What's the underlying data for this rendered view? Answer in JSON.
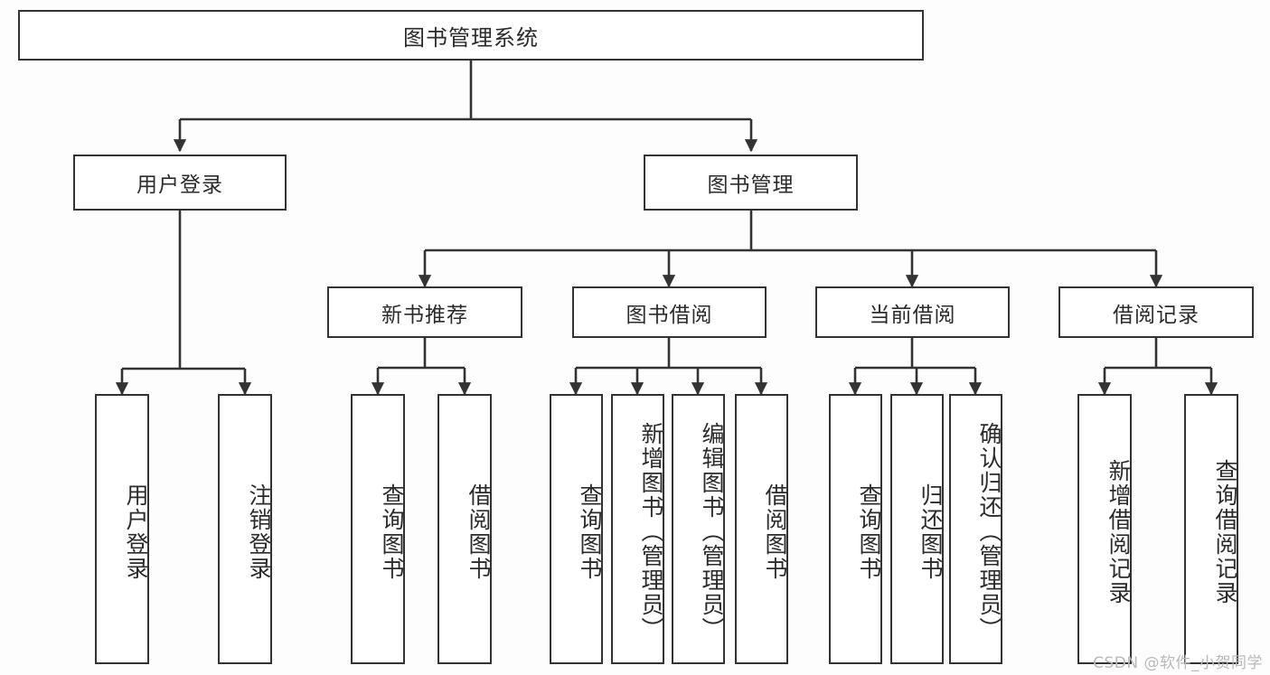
{
  "diagram": {
    "title": "图书管理系统",
    "type": "tree",
    "watermark": "CSDN @软件_小贺同学",
    "colors": {
      "background": "#fdfdfd",
      "node_fill": "#ffffff",
      "node_border": "#333333",
      "edge": "#333333",
      "text": "#2b2b2b",
      "watermark": "#b9b9b9"
    },
    "nodes": {
      "root": {
        "label": "图书管理系统"
      },
      "level2": [
        {
          "label": "用户登录"
        },
        {
          "label": "图书管理"
        }
      ],
      "level3": [
        {
          "label": "新书推荐"
        },
        {
          "label": "图书借阅"
        },
        {
          "label": "当前借阅"
        },
        {
          "label": "借阅记录"
        }
      ],
      "leaves": {
        "user_login": [
          {
            "label": "用户登录"
          },
          {
            "label": "注销登录"
          }
        ],
        "new_book": [
          {
            "label": "查询图书"
          },
          {
            "label": "借阅图书"
          }
        ],
        "book_borrow": [
          {
            "label": "查询图书"
          },
          {
            "label": "新增图书（管理员）"
          },
          {
            "label": "编辑图书（管理员）"
          },
          {
            "label": "借阅图书"
          }
        ],
        "current_borrow": [
          {
            "label": "查询图书"
          },
          {
            "label": "归还图书"
          },
          {
            "label": "确认归还（管理员）"
          }
        ],
        "borrow_record": [
          {
            "label": "新增借阅记录"
          },
          {
            "label": "查询借阅记录"
          }
        ]
      }
    }
  }
}
